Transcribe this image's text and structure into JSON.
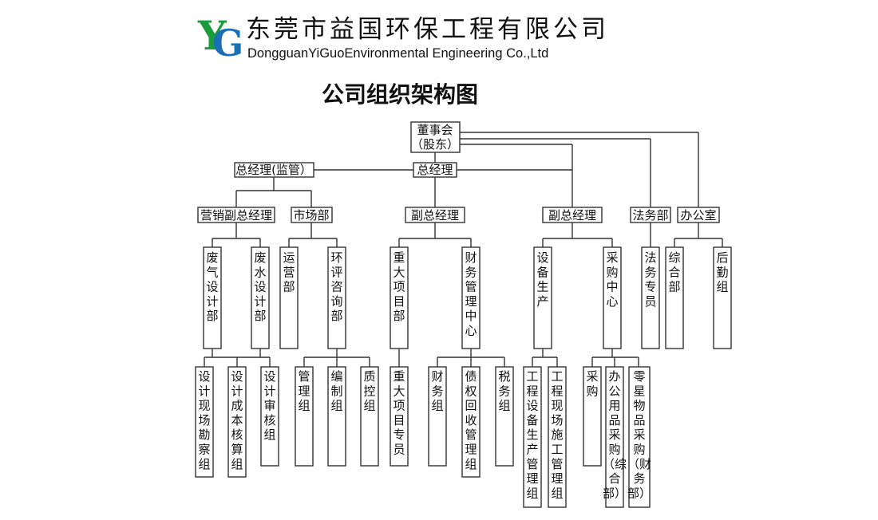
{
  "header": {
    "company_cn": "东莞市益国环保工程有限公司",
    "company_en": "DongguanYiGuoEnvironmental Engineering Co.,Ltd",
    "logo_y": "Y",
    "logo_g": "G",
    "logo_colors": {
      "green": "#1a9b3c",
      "blue": "#1b6fb5"
    }
  },
  "title": "公司组织架构图",
  "nodes": {
    "board": [
      "董事会",
      "（股东）"
    ],
    "gm_supervision": "总经理(监管）",
    "gm": "总经理",
    "sales_vp": "营销副总经理",
    "market_dept": "市场部",
    "vp_center": "副总经理",
    "vp_right": "副总经理",
    "legal_dept": "法务部",
    "office": "办公室",
    "exhaust_design": "废气设计部",
    "wastewater_design": "废水设计部",
    "operations": "运营部",
    "env_consult": "环评咨询部",
    "major_projects": "重大项目部",
    "finance_center": "财务管理中心",
    "equipment_prod": "设备生产",
    "purchase_center": "采购中心",
    "legal_specialist": "法务专员",
    "general_dept": "综合部",
    "logistics_group": "后勤组",
    "site_survey": "设计现场勘察组",
    "cost_accounting": "设计成本核算组",
    "design_review": "设计审核组",
    "mgmt_group": "管理组",
    "editing_group": "编制组",
    "qc_group": "质控组",
    "major_specialist": "重大项目专员",
    "finance_group": "财务组",
    "debt_group": "债权回收管理组",
    "tax_group": "税务组",
    "eq_prod_mgmt": "工程设备生产管理组",
    "site_construction": "工程现场施工管理组",
    "purchasing": "采购",
    "office_supplies": [
      "办",
      "公",
      "用",
      "品",
      "采",
      "购",
      "（综",
      "合",
      "部）"
    ],
    "misc_purchase": [
      "零",
      "星",
      "物",
      "品",
      "采",
      "购",
      "（财",
      "务",
      "部）"
    ]
  }
}
